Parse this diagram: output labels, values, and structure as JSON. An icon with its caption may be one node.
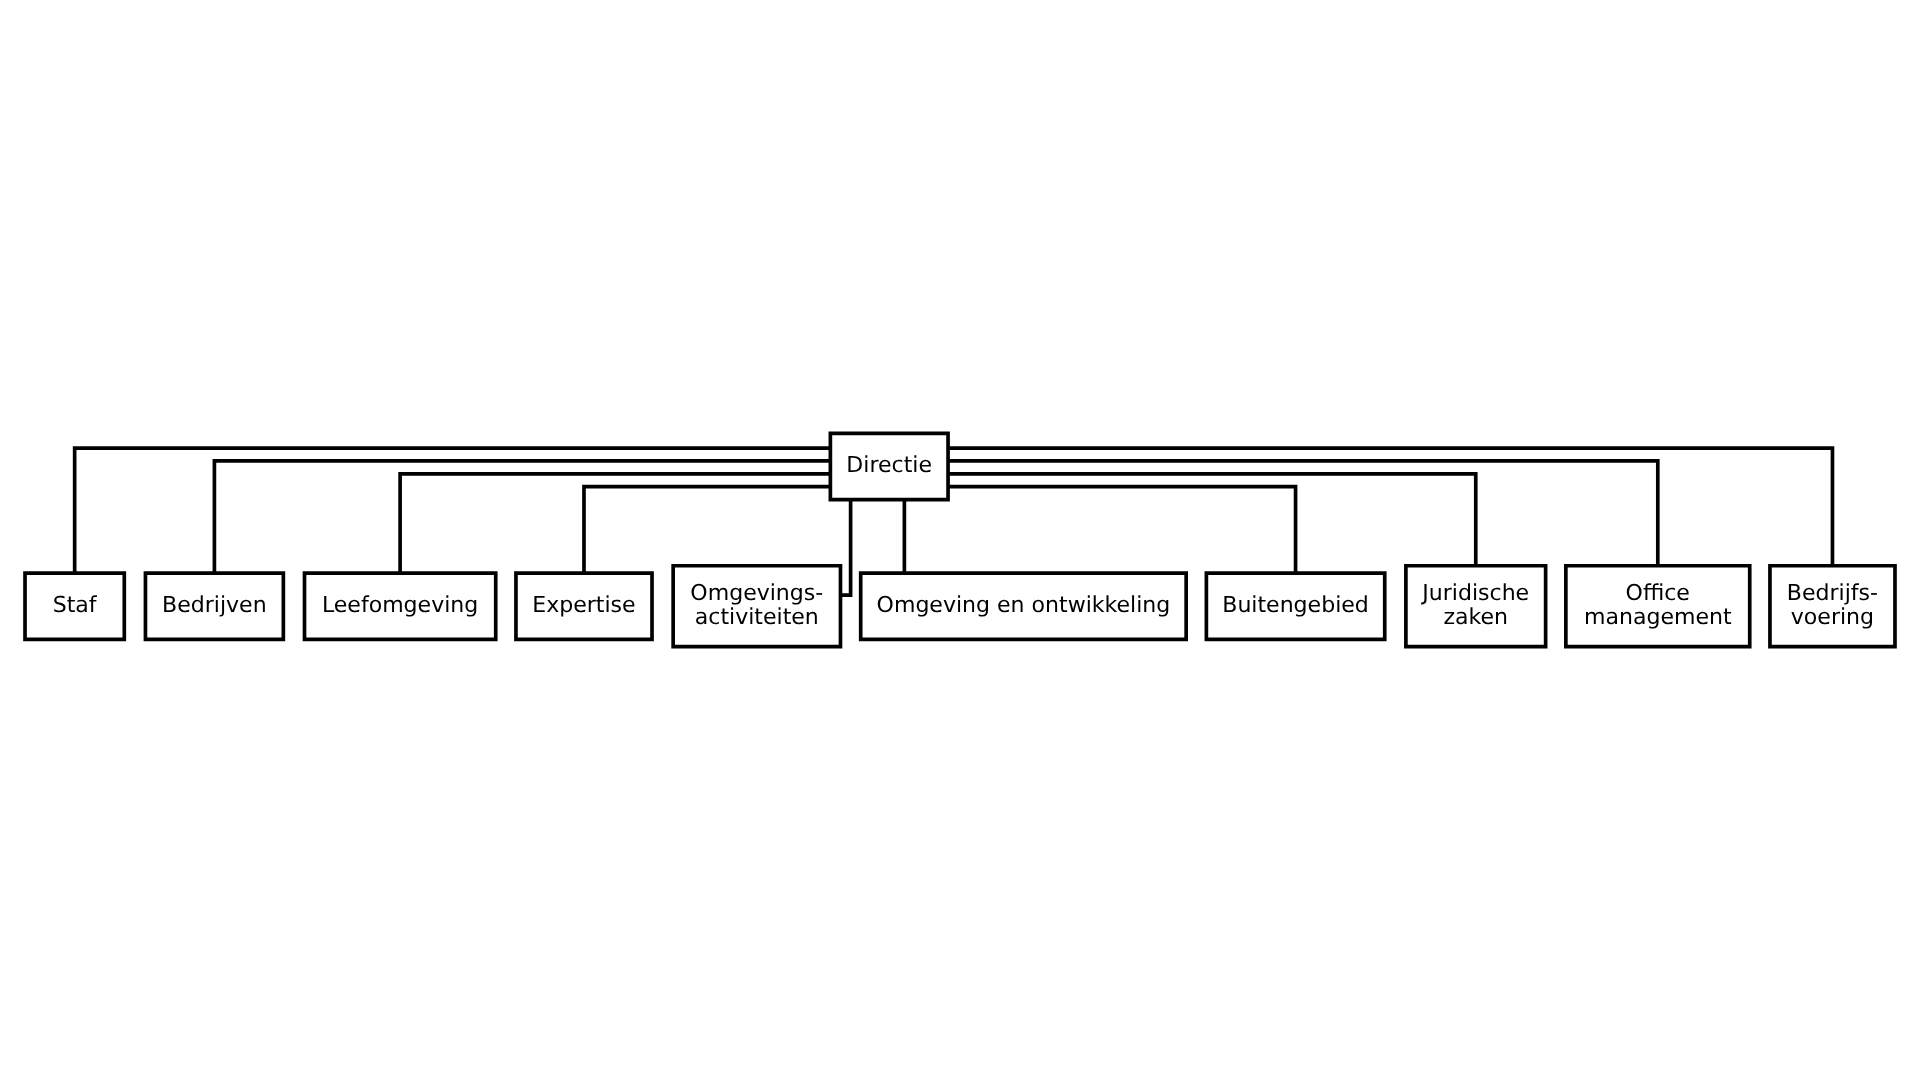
{
  "diagram": {
    "nodes": [
      {
        "text": [
          "Directie"
        ]
      },
      {
        "text": [
          "Staf"
        ]
      },
      {
        "text": [
          "Bedrijven"
        ]
      },
      {
        "text": [
          "Leefomgeving"
        ]
      },
      {
        "text": [
          "Expertise"
        ]
      },
      {
        "text": [
          "Omgevings- activiteiten"
        ]
      },
      {
        "text": [
          "Omgeving en ontwikkeling"
        ]
      },
      {
        "text": [
          "Buitengebied"
        ]
      },
      {
        "text": [
          "Juridische zaken"
        ]
      },
      {
        "text": [
          "Office management"
        ]
      },
      {
        "text": [
          "Bedrijfs- voering"
        ]
      }
    ],
    "edges": [
      {
        "from": 0,
        "to": 1,
        "arrow": "none"
      },
      {
        "from": 0,
        "to": 2,
        "arrow": "none"
      },
      {
        "from": 0,
        "to": 3,
        "arrow": "none"
      },
      {
        "from": 0,
        "to": 4,
        "arrow": "none"
      },
      {
        "from": 0,
        "to": 5,
        "arrow": "none"
      },
      {
        "from": 0,
        "to": 6,
        "arrow": "none"
      },
      {
        "from": 0,
        "to": 7,
        "arrow": "none"
      },
      {
        "from": 0,
        "to": 8,
        "arrow": "none"
      },
      {
        "from": 0,
        "to": 9,
        "arrow": "none"
      },
      {
        "from": 0,
        "to": 10,
        "arrow": "none"
      }
    ]
  }
}
